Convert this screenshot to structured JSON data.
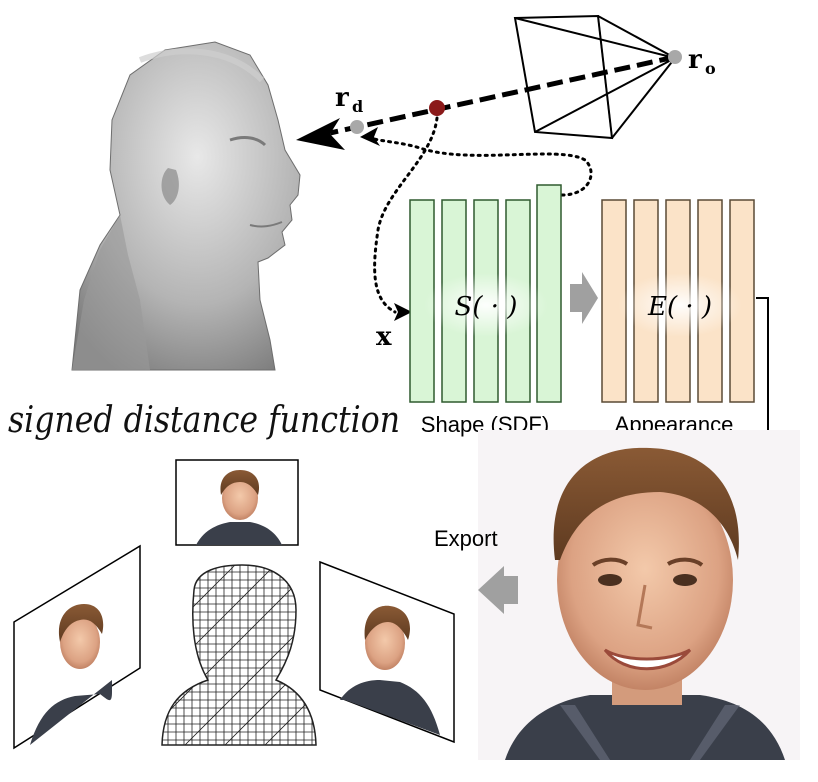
{
  "labels": {
    "ray_origin": "r",
    "ray_origin_sub": "o",
    "ray_direction": "r",
    "ray_direction_sub": "d",
    "sample_point": "x",
    "shape_network": "S( · )",
    "appearance_network": "E( · )",
    "shape_caption": "Shape (SDF)",
    "appearance_caption": "Appearance",
    "export_label": "Export",
    "handwritten_note": "signed distance function"
  },
  "colors": {
    "shape_fill": "#d9f5d6",
    "shape_stroke": "#2f5a2f",
    "appearance_fill": "#fbe3c8",
    "appearance_stroke": "#5a4a35",
    "ray_point": "#8b1a1a",
    "camera_point": "#a8a8a8",
    "arrow_gray": "#a0a0a0"
  },
  "icons": {
    "camera": "camera-frustum-icon",
    "gray_head": "sdf-head-render-icon",
    "mesh": "wireframe-mesh-icon",
    "portrait": "rendered-face-photo-icon"
  }
}
